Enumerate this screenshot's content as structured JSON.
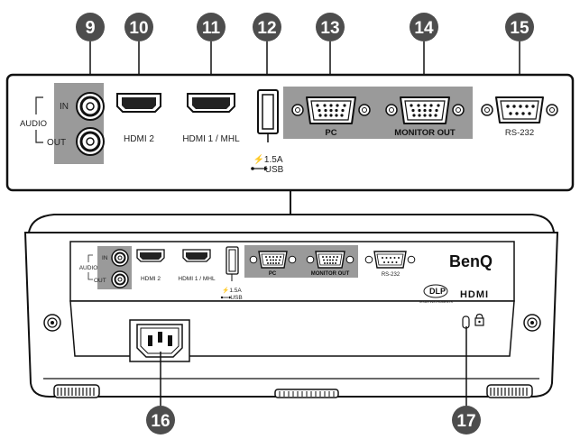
{
  "callouts": {
    "c9": "9",
    "c10": "10",
    "c11": "11",
    "c12": "12",
    "c13": "13",
    "c14": "14",
    "c15": "15",
    "c16": "16",
    "c17": "17"
  },
  "ports": {
    "audio": "AUDIO",
    "in": "IN",
    "out": "OUT",
    "hdmi2": "HDMI 2",
    "hdmi1": "HDMI 1 / MHL",
    "usb_power": "⚡1.5A",
    "usb": "USB",
    "pc": "PC",
    "monitor_out": "MONITOR OUT",
    "rs232": "RS-232"
  },
  "brand": {
    "benq": "BenQ",
    "dlp": "DLP",
    "dlp_sub": "TEXAS INSTRUMENTS",
    "hdmi": "HDMI"
  },
  "colors": {
    "callout_bg": "#4d4d4d",
    "panel_grey": "#9a9a9a",
    "outline": "#111111"
  }
}
